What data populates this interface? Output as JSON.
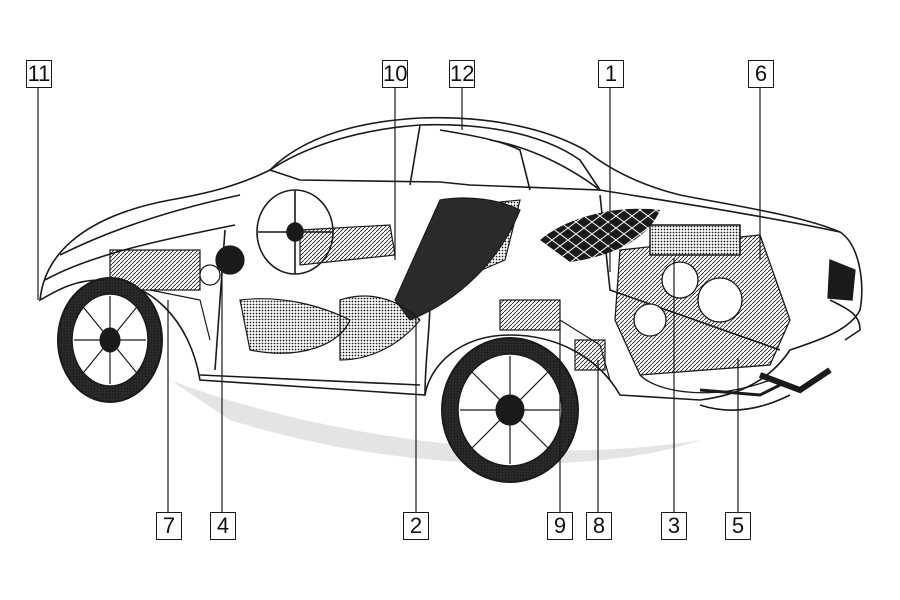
{
  "diagram": {
    "subject": "cutaway illustration of a rear-engined sports coupe",
    "style": "black ink line drawing on white background",
    "ink_color": "#1a1a1a",
    "paper_color": "#ffffff",
    "callouts": [
      {
        "id": "c11",
        "label": "11"
      },
      {
        "id": "c10",
        "label": "10"
      },
      {
        "id": "c12",
        "label": "12"
      },
      {
        "id": "c1",
        "label": "1"
      },
      {
        "id": "c6",
        "label": "6"
      },
      {
        "id": "c7",
        "label": "7"
      },
      {
        "id": "c4",
        "label": "4"
      },
      {
        "id": "c2",
        "label": "2"
      },
      {
        "id": "c9",
        "label": "9"
      },
      {
        "id": "c8",
        "label": "8"
      },
      {
        "id": "c3",
        "label": "3"
      },
      {
        "id": "c5",
        "label": "5"
      }
    ]
  }
}
